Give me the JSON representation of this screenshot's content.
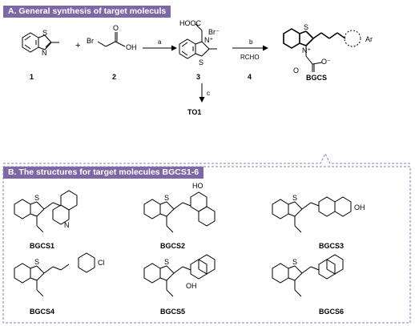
{
  "section_a": {
    "title": "A. General synthesis of target moleculs",
    "compound_labels": [
      "1",
      "2",
      "3",
      "4",
      "BGCS",
      "TO1"
    ],
    "arrow_labels": {
      "a": "a",
      "b": "b",
      "c": "c"
    },
    "reagent_b": "RCHO",
    "plus": "+",
    "atoms": {
      "S": "S",
      "N": "N",
      "O": "O",
      "OH": "OH",
      "Br": "Br",
      "Br_minus": "Br⁻",
      "HOOC": "HOOC",
      "Ar": "Ar",
      "N_plus": "N⁺",
      "O_minus": "O⁻"
    }
  },
  "section_b": {
    "title": "B. The structures for target molecules BGCS1-6",
    "labels": [
      "BGCS1",
      "BGCS2",
      "BGCS3",
      "BGCS4",
      "BGCS5",
      "BGCS6"
    ],
    "substituents": {
      "OH": "OH",
      "HO": "HO",
      "Cl": "Cl",
      "N": "N"
    }
  },
  "colors": {
    "banner": "#7e67a6",
    "frame": "#7a86b8",
    "ink": "#000000"
  }
}
